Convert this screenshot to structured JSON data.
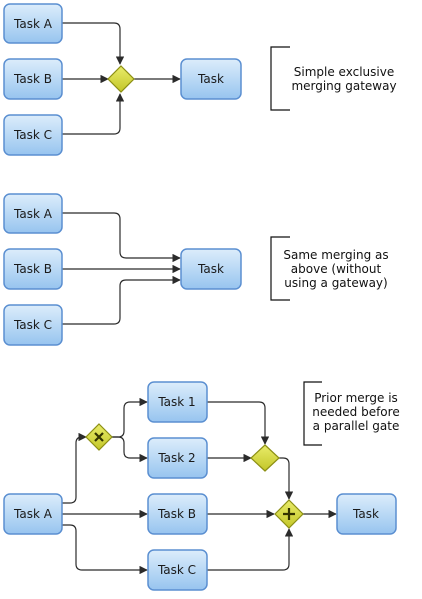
{
  "colors": {
    "task_fill_top": "#d9ecfb",
    "task_fill_bottom": "#9fcaf1",
    "task_stroke": "#5b8fd1",
    "gateway_fill": "#d8dc3e",
    "gateway_stroke": "#8c8f14",
    "connector": "#2b2b2b"
  },
  "diagram1": {
    "task_a": "Task A",
    "task_b": "Task B",
    "task_c": "Task C",
    "task_out": "Task",
    "note": [
      "Simple exclusive",
      "merging gateway"
    ]
  },
  "diagram2": {
    "task_a": "Task A",
    "task_b": "Task B",
    "task_c": "Task C",
    "task_out": "Task",
    "note": [
      "Same merging as",
      "above (without",
      "using a gateway)"
    ]
  },
  "diagram3": {
    "task_a": "Task A",
    "task_1": "Task 1",
    "task_2": "Task 2",
    "task_b": "Task B",
    "task_c": "Task C",
    "task_out": "Task",
    "note": [
      "Prior merge is",
      "needed before",
      "a parallel gate"
    ]
  }
}
